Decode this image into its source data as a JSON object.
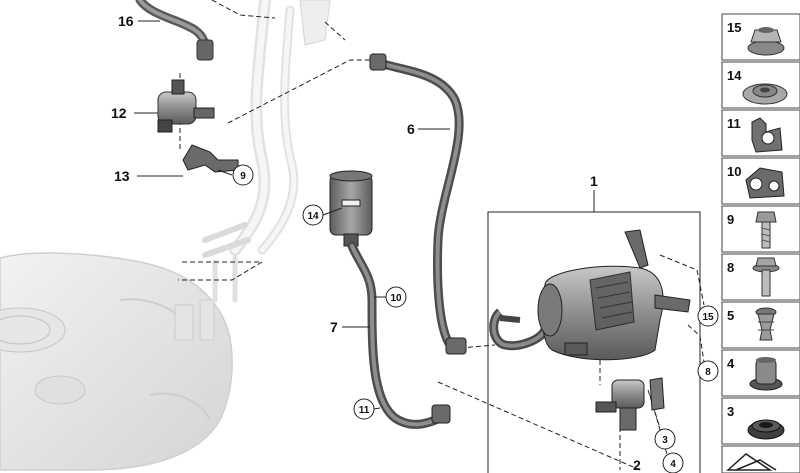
{
  "diagram": {
    "callouts": {
      "c1": "1",
      "c2": "2",
      "c3": "3",
      "c4": "4",
      "c6": "6",
      "c7": "7",
      "c8": "8",
      "c9": "9",
      "c10": "10",
      "c11": "11",
      "c12": "12",
      "c13": "13",
      "c14": "14",
      "c15": "15",
      "c16": "16"
    }
  },
  "parts_panel": {
    "items": [
      {
        "label": "15",
        "icon": "hex-flange-nut-icon"
      },
      {
        "label": "14",
        "icon": "speed-nut-icon"
      },
      {
        "label": "11",
        "icon": "pipe-clip-icon"
      },
      {
        "label": "10",
        "icon": "double-pipe-clip-icon"
      },
      {
        "label": "9",
        "icon": "hex-bolt-icon"
      },
      {
        "label": "8",
        "icon": "flange-bolt-icon"
      },
      {
        "label": "5",
        "icon": "expansion-rivet-icon"
      },
      {
        "label": "4",
        "icon": "rubber-grommet-nut-icon"
      },
      {
        "label": "3",
        "icon": "grommet-icon"
      }
    ],
    "footer_icon": "diagram-symbol-icon"
  }
}
